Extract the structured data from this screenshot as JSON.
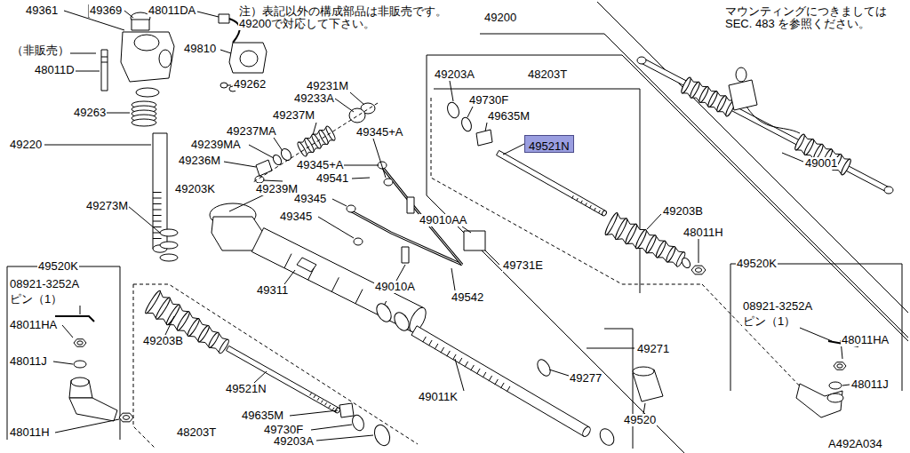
{
  "diagram": {
    "nodes": [
      {
        "text": [
          "49521N"
        ]
      }
    ],
    "labels": [
      "49361",
      "49369",
      "48011DA",
      "注）表記以外の構成部品は非販売です。 49200で対応して下さい。",
      "49200",
      "マウンティングにつきましては SEC. 483 を参照ください。",
      "（非販売）",
      "48011D",
      "49810",
      "49262",
      "49263",
      "49220",
      "49231M",
      "49233A",
      "49237MA",
      "49237M",
      "49239MA",
      "49236M",
      "49203K",
      "49239M",
      "49345+A",
      "49345+A",
      "49541",
      "49345",
      "49345",
      "49273M",
      "49010AA",
      "49731E",
      "49010A",
      "49542",
      "49311",
      "49203A",
      "48203T",
      "49730F",
      "49635M",
      "49203B",
      "48011H",
      "49001",
      "49520K",
      "08921-3252A",
      "ピン（1）",
      "48011HA",
      "48011J",
      "48011H",
      "49203B",
      "49521N",
      "49635M",
      "49730F",
      "48203T",
      "49203A",
      "49271",
      "49277",
      "49011K",
      "49520",
      "49520K",
      "08921-3252A",
      "ピン（1）",
      "48011HA",
      "48011J",
      "A492A034"
    ]
  }
}
